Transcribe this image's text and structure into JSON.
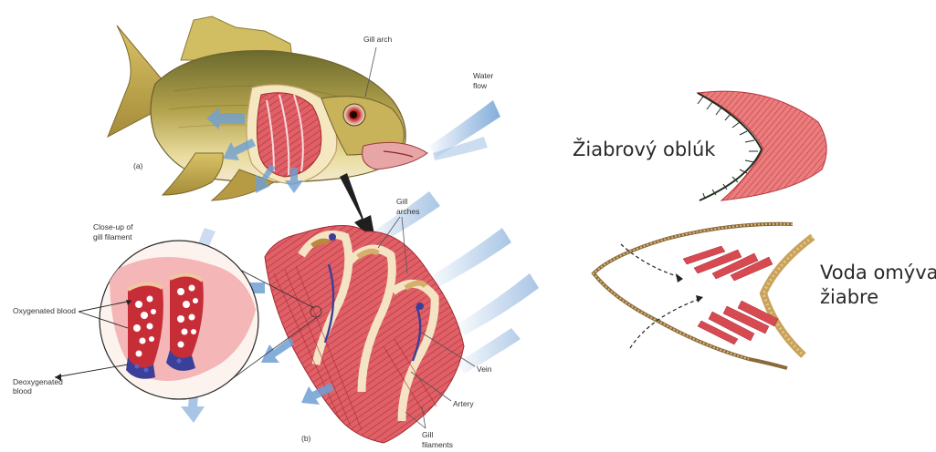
{
  "left_panel": {
    "part_a_label": "(a)",
    "part_b_label": "(b)",
    "gill_arch": "Gill arch",
    "water_flow": [
      "Water",
      "flow"
    ],
    "gill_arches": [
      "Gill",
      "arches"
    ],
    "closeup": [
      "Close-up of",
      "gill filament"
    ],
    "oxygenated_blood": "Oxygenated blood",
    "deoxygenated_blood": [
      "Deoxygenated",
      "blood"
    ],
    "vein": "Vein",
    "artery": "Artery",
    "gill_filaments": [
      "Gill",
      "filaments"
    ]
  },
  "right_panel": {
    "gill_arch_sk": "Žiabrový oblúk",
    "water_washes_gills": [
      "Voda omýva",
      "žiabre"
    ]
  },
  "colors": {
    "gill_red": "#d9545c",
    "gill_pink": "#f2a9a9",
    "water_blue": "#6f9fd4",
    "fish_olive": "#a99a45",
    "fish_belly": "#efe3b0",
    "vein_blue": "#3a3f9a",
    "bone": "#8a6a3c"
  }
}
